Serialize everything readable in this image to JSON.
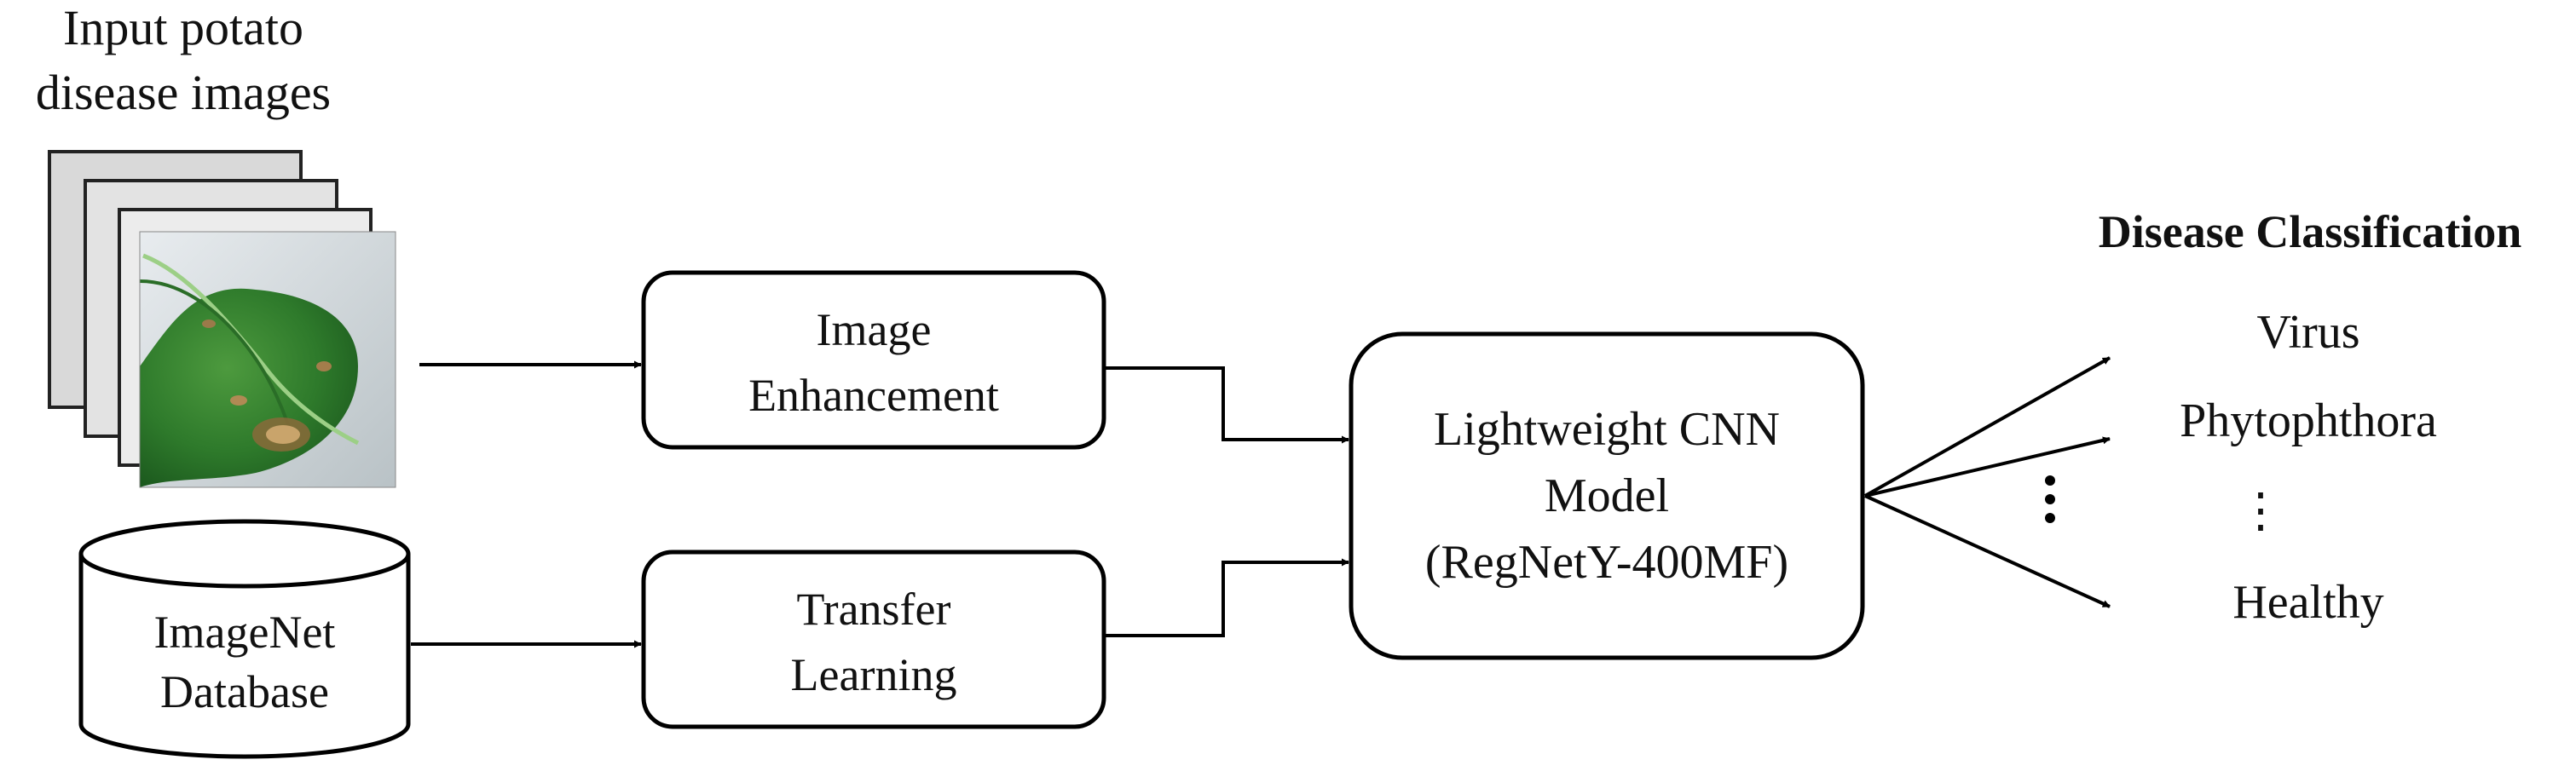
{
  "input": {
    "title_line1": "Input potato",
    "title_line2": "disease images"
  },
  "database": {
    "line1": "ImageNet",
    "line2": "Database"
  },
  "enhancement": {
    "line1": "Image",
    "line2": "Enhancement"
  },
  "transfer": {
    "line1": "Transfer",
    "line2": "Learning"
  },
  "model": {
    "line1": "Lightweight CNN",
    "line2": "Model",
    "line3": "(RegNetY-400MF)"
  },
  "classification": {
    "title": "Disease Classification",
    "classes": [
      "Virus",
      "Phytophthora",
      "Healthy"
    ],
    "ellipsis": "⋮"
  }
}
